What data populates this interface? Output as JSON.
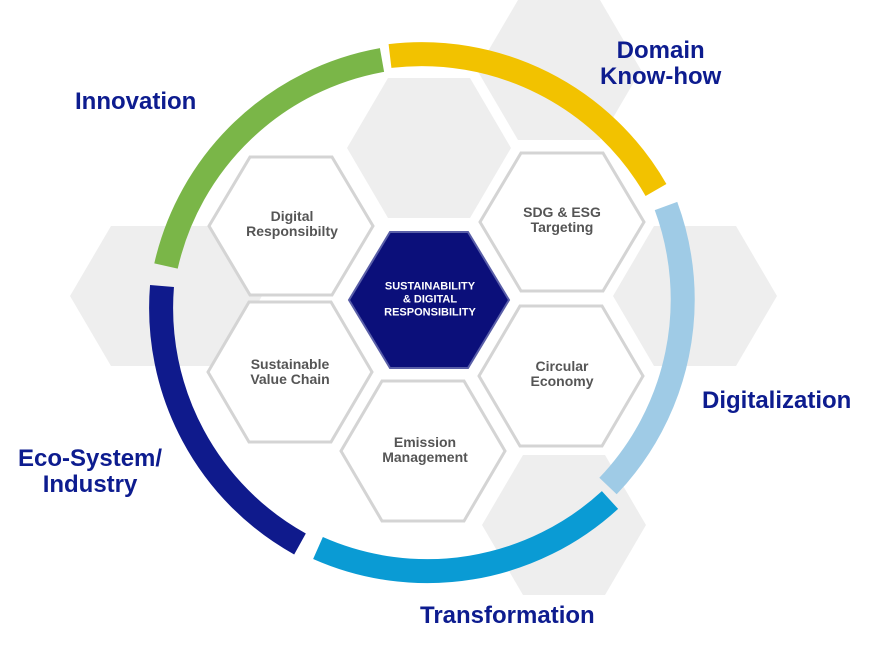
{
  "ring_segments": [
    {
      "label": "Domain\nKnow-how",
      "color": "#f2c200"
    },
    {
      "label": "Digitalization",
      "color": "#9fcbe6"
    },
    {
      "label": "Transformation",
      "color": "#0a9bd4"
    },
    {
      "label": "Eco-System/\nIndustry",
      "color": "#0f1a8c"
    },
    {
      "label": "Innovation",
      "color": "#7ab648"
    }
  ],
  "center_hex": {
    "label": "SUSTAINABILITY\n& DIGITAL\nRESPONSIBILITY",
    "color": "#0b0f7a"
  },
  "inner_hexes": [
    {
      "label": "Digital\nResponsibilty"
    },
    {
      "label": "SDG & ESG\nTargeting"
    },
    {
      "label": "Sustainable\nValue Chain"
    },
    {
      "label": "Circular\nEconomy"
    },
    {
      "label": "Emission\nManagement"
    }
  ],
  "colors": {
    "label_text": "#0d1c8f",
    "background_hex": "#eeeeee",
    "hex_border": "#d4d4d4"
  }
}
